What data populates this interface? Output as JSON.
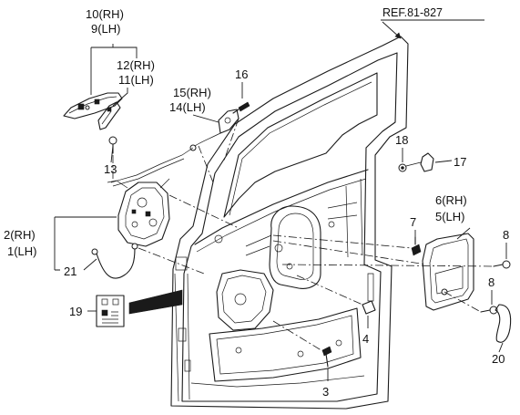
{
  "reference": "REF.81-827",
  "callouts": [
    {
      "id": "c10",
      "text": "10(RH)"
    },
    {
      "id": "c9",
      "text": "9(LH)"
    },
    {
      "id": "c12",
      "text": "12(RH)"
    },
    {
      "id": "c11",
      "text": "11(LH)"
    },
    {
      "id": "c13",
      "text": "13"
    },
    {
      "id": "c16",
      "text": "16"
    },
    {
      "id": "c15",
      "text": "15(RH)"
    },
    {
      "id": "c14",
      "text": "14(LH)"
    },
    {
      "id": "c18",
      "text": "18"
    },
    {
      "id": "c17",
      "text": "17"
    },
    {
      "id": "c6",
      "text": "6(RH)"
    },
    {
      "id": "c5",
      "text": "5(LH)"
    },
    {
      "id": "c7",
      "text": "7"
    },
    {
      "id": "c8a",
      "text": "8"
    },
    {
      "id": "c8b",
      "text": "8"
    },
    {
      "id": "c2",
      "text": "2(RH)"
    },
    {
      "id": "c1",
      "text": "1(LH)"
    },
    {
      "id": "c21",
      "text": "21"
    },
    {
      "id": "c19",
      "text": "19"
    },
    {
      "id": "c4",
      "text": "4"
    },
    {
      "id": "c3",
      "text": "3"
    },
    {
      "id": "c20",
      "text": "20"
    }
  ]
}
